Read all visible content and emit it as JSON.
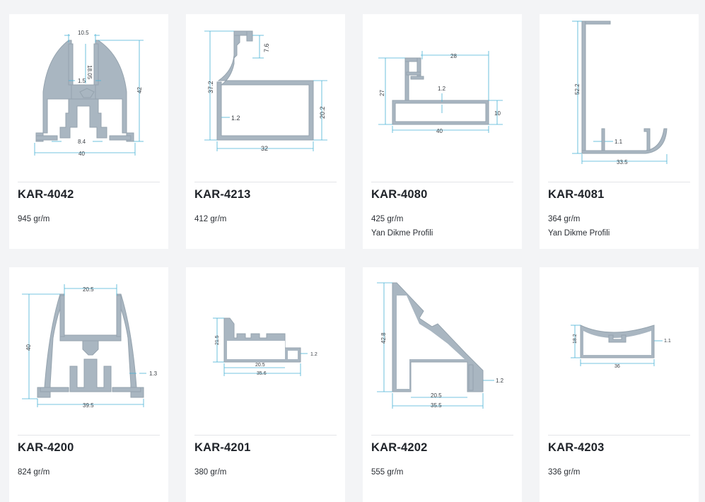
{
  "colors": {
    "background": "#f3f4f6",
    "card": "#ffffff",
    "profile_fill": "#a9b6c1",
    "profile_stroke": "#95a3ae",
    "dimension_line": "#4ab3d6",
    "dimension_text": "#3a3f45"
  },
  "products": [
    {
      "code": "KAR-4042",
      "weight": "945 gr/m",
      "note": "",
      "dims": [
        "10.5",
        "18.05",
        "1.5",
        "42",
        "8.4",
        "40"
      ]
    },
    {
      "code": "KAR-4213",
      "weight": "412 gr/m",
      "note": "",
      "dims": [
        "7.6",
        "37.2",
        "1.2",
        "20.2",
        "32"
      ]
    },
    {
      "code": "KAR-4080",
      "weight": "425 gr/m",
      "note": "Yan Dikme Profili",
      "dims": [
        "28",
        "27",
        "1.2",
        "10",
        "40"
      ]
    },
    {
      "code": "KAR-4081",
      "weight": "364 gr/m",
      "note": "Yan Dikme Profili",
      "dims": [
        "52.2",
        "1.1",
        "33.5"
      ]
    },
    {
      "code": "KAR-4200",
      "weight": "824 gr/m",
      "note": "",
      "dims": [
        "20.5",
        "40",
        "1.3",
        "39.5"
      ]
    },
    {
      "code": "KAR-4201",
      "weight": "380 gr/m",
      "note": "",
      "dims": [
        "21.5",
        "1.2",
        "20.5",
        "35.6"
      ]
    },
    {
      "code": "KAR-4202",
      "weight": "555 gr/m",
      "note": "",
      "dims": [
        "42.8",
        "1.2",
        "20.5",
        "35.5"
      ]
    },
    {
      "code": "KAR-4203",
      "weight": "336 gr/m",
      "note": "",
      "dims": [
        "18.2",
        "1.1",
        "36"
      ]
    }
  ]
}
